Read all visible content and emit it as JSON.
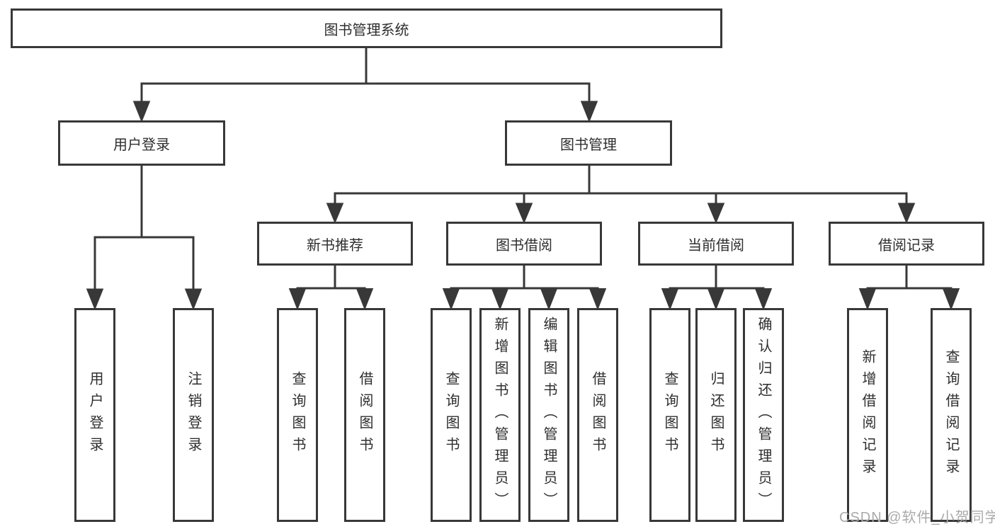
{
  "diagram": {
    "type": "hierarchy-flowchart",
    "nodes": {
      "root": "图书管理系统",
      "user_login": "用户登录",
      "book_mgmt": "图书管理",
      "new_book_rec": "新书推荐",
      "book_borrow": "图书借阅",
      "current_borrow": "当前借阅",
      "borrow_records": "借阅记录",
      "leaf_user_login": "用户登录",
      "leaf_logout": "注销登录",
      "leaf_query_book_1": "查询图书",
      "leaf_borrow_book_1": "借阅图书",
      "leaf_query_book_2": "查询图书",
      "leaf_add_book": "新增图书（管理员）",
      "leaf_edit_book": "编辑图书（管理员）",
      "leaf_borrow_book_2": "借阅图书",
      "leaf_query_book_3": "查询图书",
      "leaf_return_book": "归还图书",
      "leaf_confirm_return": "确认归还（管理员）",
      "leaf_add_record": "新增借阅记录",
      "leaf_query_record": "查询借阅记录"
    },
    "hierarchy": {
      "root": [
        "user_login",
        "book_mgmt"
      ],
      "user_login": [
        "leaf_user_login",
        "leaf_logout"
      ],
      "book_mgmt": [
        "new_book_rec",
        "book_borrow",
        "current_borrow",
        "borrow_records"
      ],
      "new_book_rec": [
        "leaf_query_book_1",
        "leaf_borrow_book_1"
      ],
      "book_borrow": [
        "leaf_query_book_2",
        "leaf_add_book",
        "leaf_edit_book",
        "leaf_borrow_book_2"
      ],
      "current_borrow": [
        "leaf_query_book_3",
        "leaf_return_book",
        "leaf_confirm_return"
      ],
      "borrow_records": [
        "leaf_add_record",
        "leaf_query_record"
      ]
    },
    "colors": {
      "line": "#383838",
      "text": "#2e2e2e",
      "background": "#ffffff",
      "watermark_text": "#aaaaaa"
    }
  },
  "watermark": "CSDN @软件_小贺同学"
}
